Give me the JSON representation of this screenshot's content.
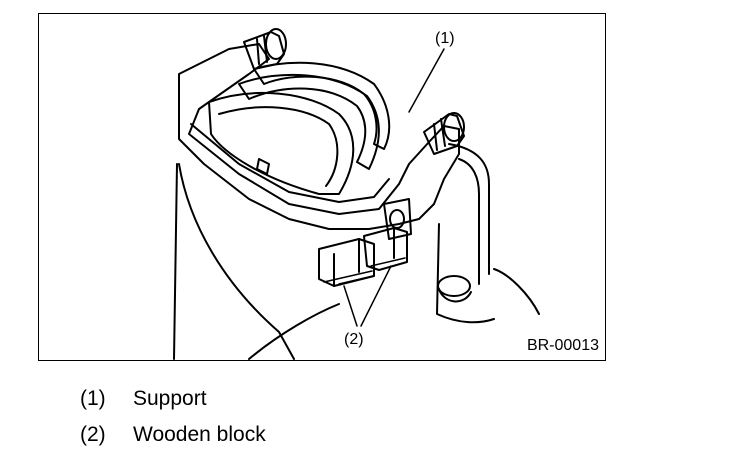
{
  "figure": {
    "callouts": [
      {
        "number": "(1)"
      },
      {
        "number": "(2)"
      }
    ],
    "figure_code": "BR-00013"
  },
  "legend": {
    "items": [
      {
        "number": "(1)",
        "text": "Support"
      },
      {
        "number": "(2)",
        "text": "Wooden block"
      }
    ]
  }
}
